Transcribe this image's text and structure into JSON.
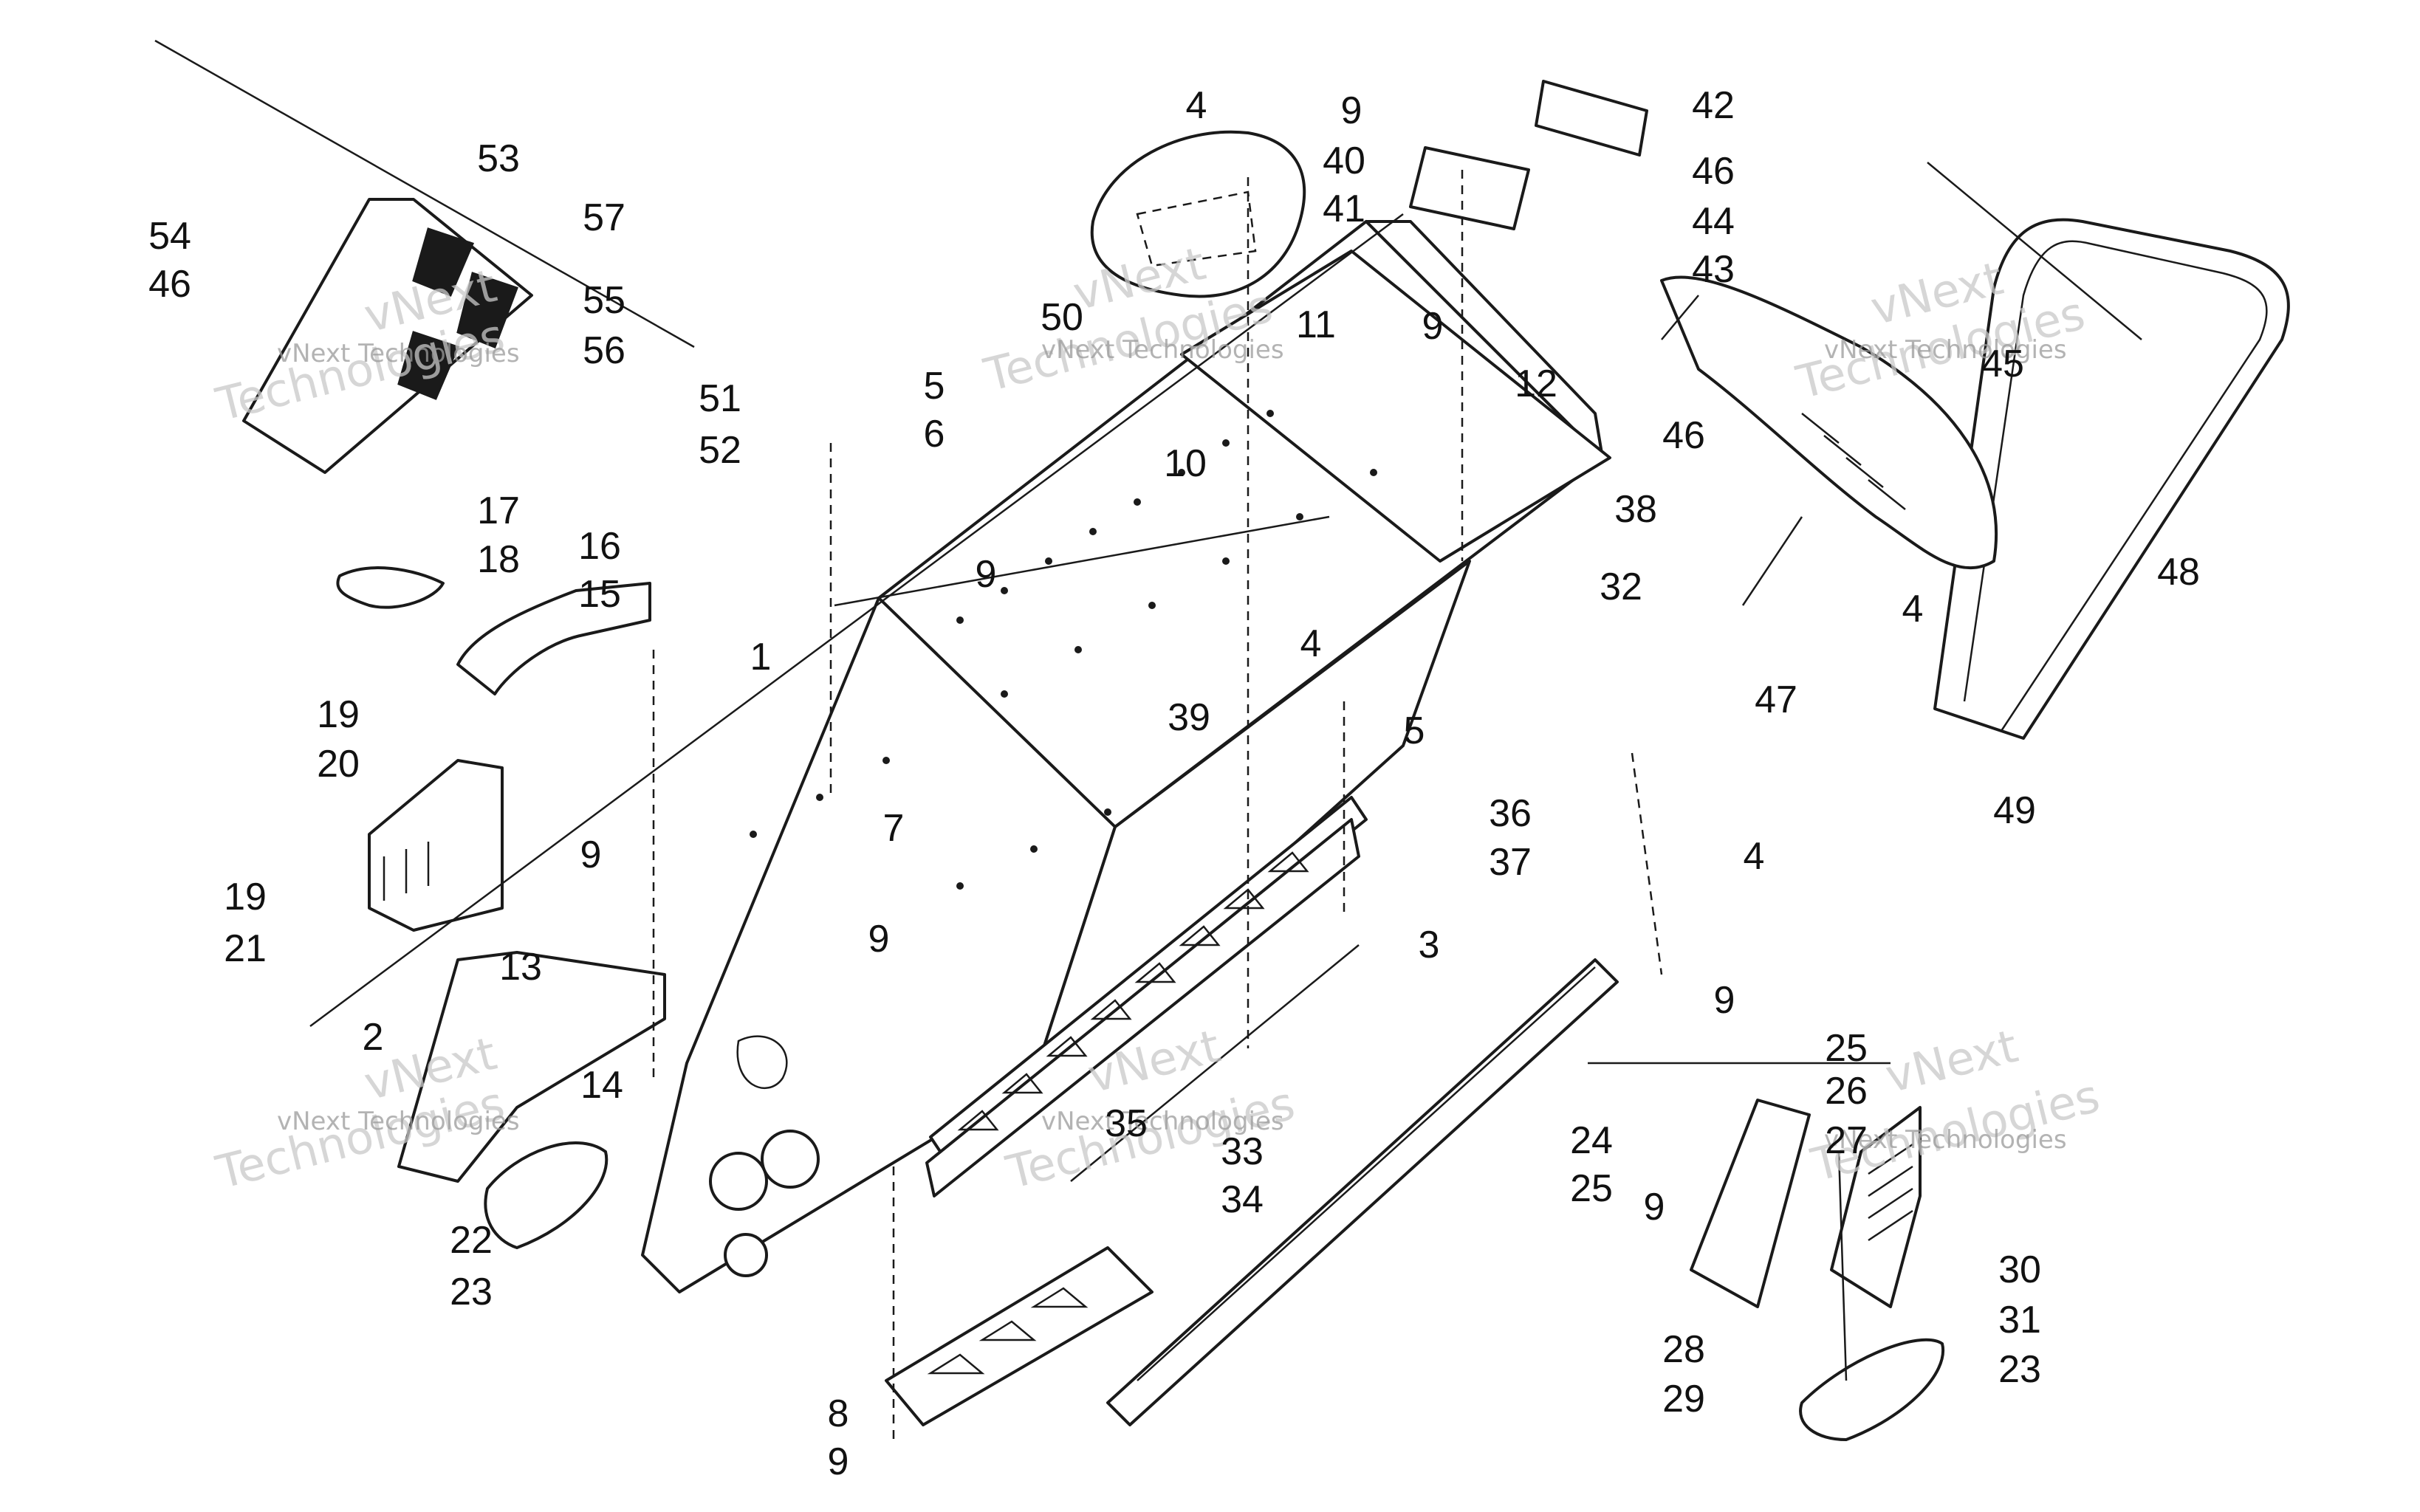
{
  "watermark": {
    "text_large": "Technologies",
    "text_small": "vNext Technologies",
    "text_prefix": "vNext"
  },
  "callouts": [
    "1",
    "2",
    "3",
    "4",
    "5",
    "6",
    "7",
    "8",
    "9",
    "10",
    "11",
    "12",
    "13",
    "14",
    "15",
    "16",
    "17",
    "18",
    "19",
    "20",
    "21",
    "22",
    "23",
    "24",
    "25",
    "26",
    "27",
    "28",
    "29",
    "30",
    "31",
    "32",
    "33",
    "34",
    "35",
    "36",
    "37",
    "38",
    "39",
    "40",
    "41",
    "42",
    "43",
    "44",
    "45",
    "46",
    "47",
    "48",
    "49",
    "50",
    "51",
    "52",
    "53",
    "54",
    "55",
    "56",
    "57"
  ],
  "colors": {
    "ink": "#1a1a1a",
    "watermark": "#c9c9c9",
    "background": "#ffffff"
  }
}
